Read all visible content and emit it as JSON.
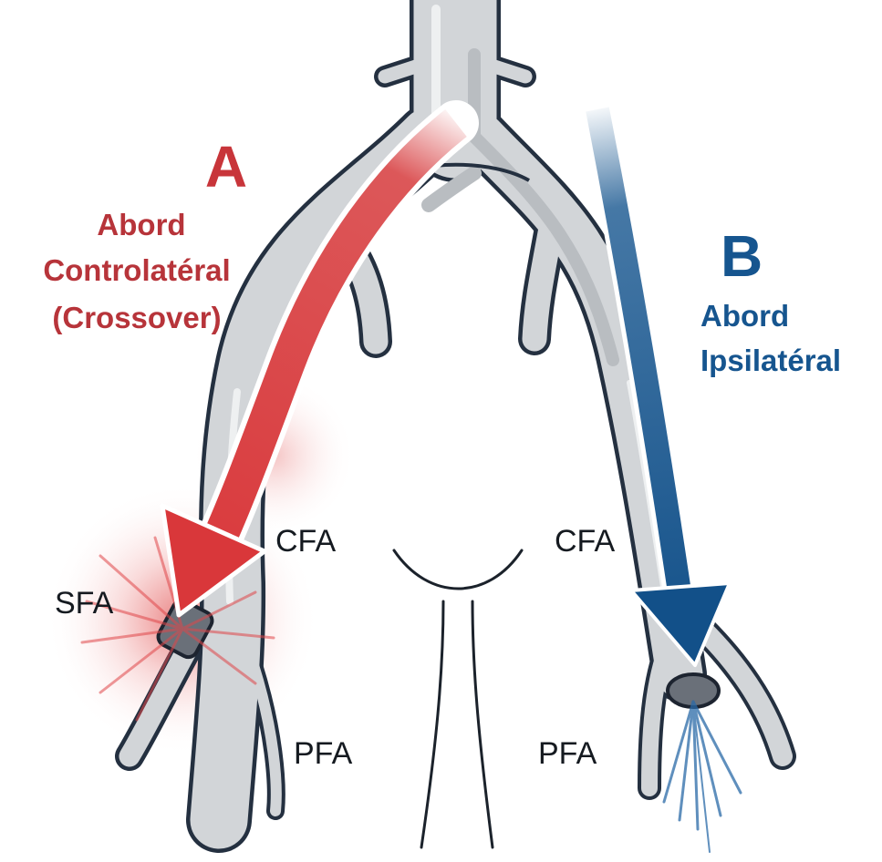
{
  "approach_a": {
    "letter": "A",
    "line1": "Abord",
    "line2": "Controlatéral",
    "line3": "(Crossover)",
    "color": "#c8353a"
  },
  "approach_b": {
    "letter": "B",
    "line1": "Abord",
    "line2": "Ipsilatéral",
    "color": "#16558f"
  },
  "vessel_labels": {
    "left_cfa": "CFA",
    "left_sfa": "SFA",
    "left_pfa": "PFA",
    "right_cfa": "CFA",
    "right_pfa": "PFA"
  },
  "colors": {
    "vessel": "#d2d5d8",
    "outline": "#243040",
    "red_arrow": "#d63a3c",
    "blue_arrow": "#17568f"
  }
}
